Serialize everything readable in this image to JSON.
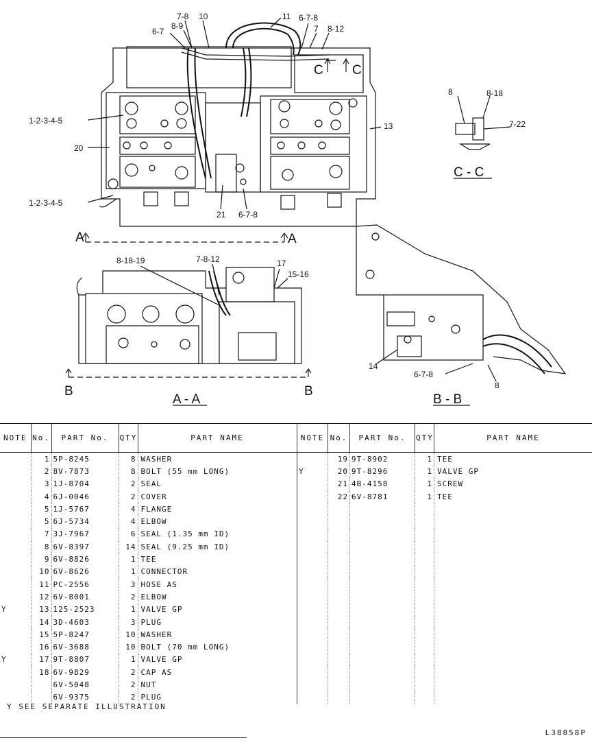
{
  "drawing": {
    "callouts": {
      "c_78": "7-8",
      "c_10": "10",
      "c_11": "11",
      "c_678_top": "6-7-8",
      "c_67": "6-7",
      "c_89": "8-9",
      "c_7": "7",
      "c_812": "8-12",
      "c_12345_a": "1-2-3-4-5",
      "c_20": "20",
      "c_12345_b": "1-2-3-4-5",
      "c_13": "13",
      "c_21": "21",
      "c_678_mid": "6-7-8",
      "c_8_cc": "8",
      "c_818": "8-18",
      "c_722": "7-22",
      "c_81819": "8-18-19",
      "c_7812": "7-8-12",
      "c_17": "17",
      "c_1516": "15-16",
      "c_14": "14",
      "c_678_bb": "6-7-8",
      "c_8_bb": "8"
    },
    "markers": {
      "a_left": "A",
      "a_right": "A",
      "b_left": "B",
      "b_right": "B",
      "c_left": "C",
      "c_right": "C"
    },
    "sections": {
      "cc": "C - C",
      "aa": "A - A",
      "bb": "B - B"
    }
  },
  "table": {
    "headers": {
      "note": "NOTE",
      "no": "No.",
      "part_no": "PART No.",
      "qty": "QTY",
      "part_name": "PART NAME"
    },
    "left_rows": [
      {
        "note": "",
        "no": "1",
        "part_no": "5P-8245",
        "qty": "8",
        "name": "WASHER"
      },
      {
        "note": "",
        "no": "2",
        "part_no": "8V-7873",
        "qty": "8",
        "name": "BOLT (55 mm LONG)"
      },
      {
        "note": "",
        "no": "3",
        "part_no": "1J-8704",
        "qty": "2",
        "name": "SEAL"
      },
      {
        "note": "",
        "no": "4",
        "part_no": "6J-0046",
        "qty": "2",
        "name": "COVER"
      },
      {
        "note": "",
        "no": "5",
        "part_no": "1J-5767",
        "qty": "4",
        "name": "FLANGE"
      },
      {
        "note": "",
        "no": "5",
        "part_no": "6J-5734",
        "qty": "4",
        "name": "ELBOW"
      },
      {
        "note": "",
        "no": "7",
        "part_no": "3J-7967",
        "qty": "6",
        "name": "SEAL (1.35 mm ID)"
      },
      {
        "note": "",
        "no": "8",
        "part_no": "6V-8397",
        "qty": "14",
        "name": "SEAL (9.25 mm ID)"
      },
      {
        "note": "",
        "no": "9",
        "part_no": "6V-8826",
        "qty": "1",
        "name": "TEE"
      },
      {
        "note": "",
        "no": "10",
        "part_no": "6V-8626",
        "qty": "1",
        "name": "CONNECTOR"
      },
      {
        "note": "",
        "no": "11",
        "part_no": "PC-2556",
        "qty": "3",
        "name": "HOSE AS"
      },
      {
        "note": "",
        "no": "12",
        "part_no": "6V-8001",
        "qty": "2",
        "name": "ELBOW"
      },
      {
        "note": "Y",
        "no": "13",
        "part_no": "125-2523",
        "qty": "1",
        "name": "VALVE GP"
      },
      {
        "note": "",
        "no": "14",
        "part_no": "3D-4603",
        "qty": "3",
        "name": "PLUG"
      },
      {
        "note": "",
        "no": "15",
        "part_no": "5P-8247",
        "qty": "10",
        "name": "WASHER"
      },
      {
        "note": "",
        "no": "16",
        "part_no": "6V-3688",
        "qty": "10",
        "name": "BOLT (70 mm LONG)"
      },
      {
        "note": "Y",
        "no": "17",
        "part_no": "9T-8807",
        "qty": "1",
        "name": "VALVE GP"
      },
      {
        "note": "",
        "no": "18",
        "part_no": "6V-9829",
        "qty": "2",
        "name": "CAP AS"
      },
      {
        "note": "",
        "no": "",
        "part_no": "6V-5048",
        "qty": "2",
        "name": "NUT"
      },
      {
        "note": "",
        "no": "",
        "part_no": "6V-9375",
        "qty": "2",
        "name": "PLUG"
      }
    ],
    "right_rows": [
      {
        "note": "",
        "no": "19",
        "part_no": "9T-8902",
        "qty": "1",
        "name": "TEE"
      },
      {
        "note": "Y",
        "no": "20",
        "part_no": "9T-8296",
        "qty": "1",
        "name": "VALVE GP"
      },
      {
        "note": "",
        "no": "21",
        "part_no": "4B-4158",
        "qty": "1",
        "name": "SCREW"
      },
      {
        "note": "",
        "no": "22",
        "part_no": "6V-8781",
        "qty": "1",
        "name": "TEE"
      }
    ]
  },
  "footnote": "Y SEE SEPARATE ILLUSTRATION",
  "illustration_code": "L38858P"
}
